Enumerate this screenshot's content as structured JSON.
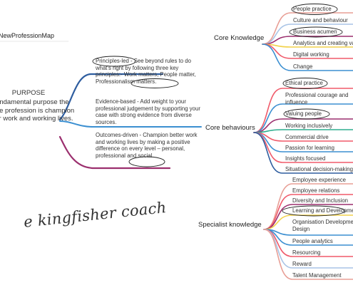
{
  "map_title": "NewProfessionMap",
  "purpose": {
    "heading": "PURPOSE",
    "text": "a fundamental purpose the people profession is champion better work and working lives."
  },
  "principles": [
    {
      "text": "Principles-led - See beyond rules to do what's right by following three key principles:- Work matters, People matter, Professionalism matters.",
      "color": "#2e5d9f"
    },
    {
      "text": "Evidence-based - Add weight to your professional judgement by supporting your case with strong evidence from diverse sources.",
      "color": "#3b8fd1"
    },
    {
      "text": "Outcomes-driven - Champion better work and working lives by making a positive difference on every level – personal, professional and social",
      "color": "#9b2f6e"
    }
  ],
  "core_knowledge": {
    "label": "Core Knowledge",
    "items": [
      {
        "label": "People practice",
        "color": "#e89f96"
      },
      {
        "label": "Culture and behaviour",
        "color": "#a9c4e6"
      },
      {
        "label": "Business acumen",
        "color": "#9b2f6e"
      },
      {
        "label": "Analytics and creating value",
        "color": "#f2d24b"
      },
      {
        "label": "Digital working",
        "color": "#f05a6a"
      },
      {
        "label": "Change",
        "color": "#3b8fd1"
      }
    ]
  },
  "core_behaviours": {
    "label": "Core behaviours",
    "items": [
      {
        "label": "Ethical practice",
        "color": "#f05a6a"
      },
      {
        "label": "Professional courage and influence",
        "color": "#3b8fd1"
      },
      {
        "label": "Valuing people",
        "color": "#9b2f6e"
      },
      {
        "label": "Working inclusively",
        "color": "#2fae8f"
      },
      {
        "label": "Commercial drive",
        "color": "#f05a6a"
      },
      {
        "label": "Passion for learning",
        "color": "#3b8fd1"
      },
      {
        "label": "Insights focused",
        "color": "#f05a6a"
      },
      {
        "label": "Situational decision-making",
        "color": "#2e5d9f"
      }
    ]
  },
  "specialist_knowledge": {
    "label": "Specialist knowledge",
    "items": [
      {
        "label": "Employee experience",
        "color": "#e89f96"
      },
      {
        "label": "Employee relations",
        "color": "#f05a6a"
      },
      {
        "label": "Diversity and Inclusion",
        "color": "#9b2f6e"
      },
      {
        "label": "Learning and Development",
        "color": "#f2d24b"
      },
      {
        "label": "Organisation Development and Design",
        "color": "#3b8fd1"
      },
      {
        "label": "People analytics",
        "color": "#3b8fd1"
      },
      {
        "label": "Resourcing",
        "color": "#f05a6a"
      },
      {
        "label": "Reward",
        "color": "#a9c4e6"
      },
      {
        "label": "Talent Management",
        "color": "#e89f96"
      }
    ]
  },
  "signature": "e kingfisher coach"
}
